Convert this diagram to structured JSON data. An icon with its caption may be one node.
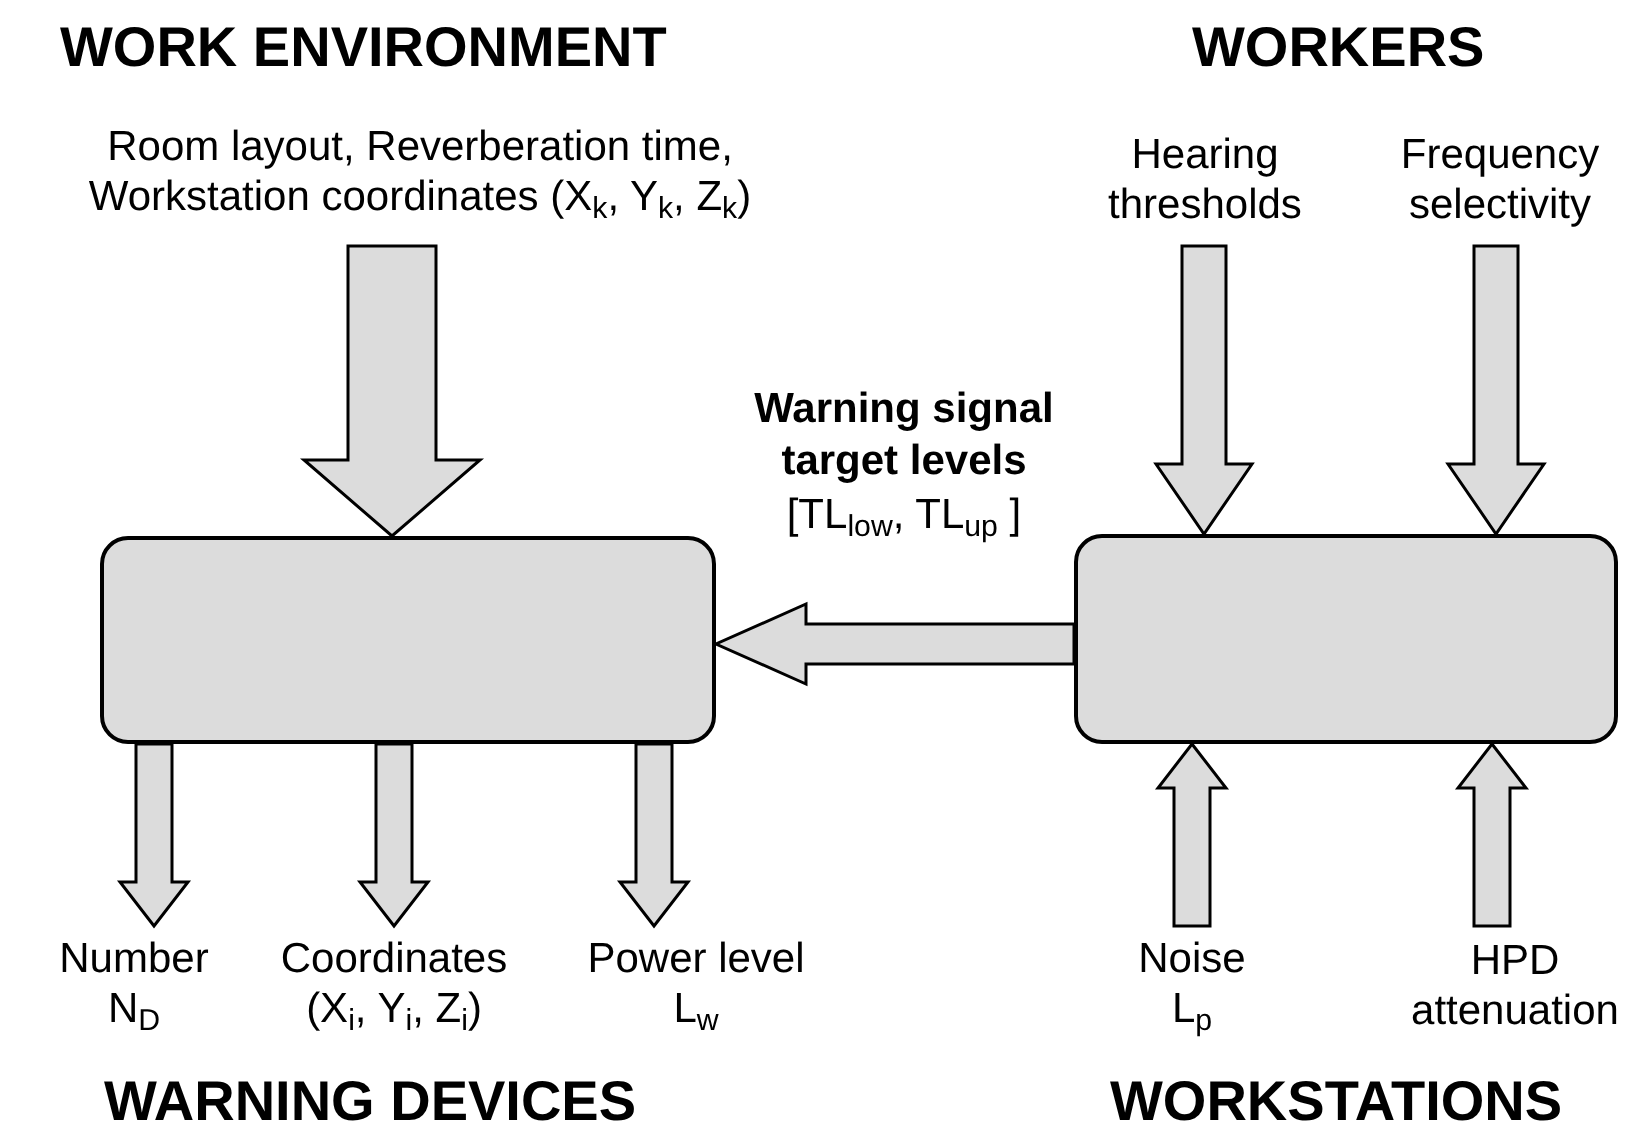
{
  "diagram": {
    "nodes": [
      {
        "text": [
          "Room layout, Reverberation time, Workstation coordinates (X$_{k}$, Y$_{k}$, Z$_{k}$)"
        ]
      },
      {
        "text": [
          "Hearing thresholds"
        ]
      },
      {
        "text": [
          "Frequency selectivity"
        ]
      },
      {
        "text": [],
        "shape": "box"
      },
      {
        "text": [],
        "shape": "box"
      },
      {
        "text": [
          "Number N$_{D}$"
        ]
      },
      {
        "text": [
          "Coordinates (X$_{i}$, Y$_{i}$, Z$_{i}$)"
        ]
      },
      {
        "text": [
          "Power level L$_{w}$"
        ]
      },
      {
        "text": [
          "Noise L$_{p}$"
        ]
      },
      {
        "text": [
          "HPD attenuation"
        ]
      }
    ],
    "edges": [
      {
        "from": 0,
        "to": 3,
        "arrow": "to"
      },
      {
        "from": 1,
        "to": 4,
        "arrow": "to"
      },
      {
        "from": 2,
        "to": 4,
        "arrow": "to"
      },
      {
        "from": 4,
        "to": 3,
        "arrow": "to",
        "label": "**Warning signal target levels** [TL$_{low}$, TL$_{up}$ ]"
      },
      {
        "from": 3,
        "to": 5,
        "arrow": "to"
      },
      {
        "from": 3,
        "to": 6,
        "arrow": "to"
      },
      {
        "from": 3,
        "to": 7,
        "arrow": "to"
      },
      {
        "from": 8,
        "to": 4,
        "arrow": "to"
      },
      {
        "from": 9,
        "to": 4,
        "arrow": "to"
      }
    ],
    "labels": [
      "WORK ENVIRONMENT",
      "WORKERS",
      "WARNING DEVICES",
      "WORKSTATIONS"
    ]
  }
}
